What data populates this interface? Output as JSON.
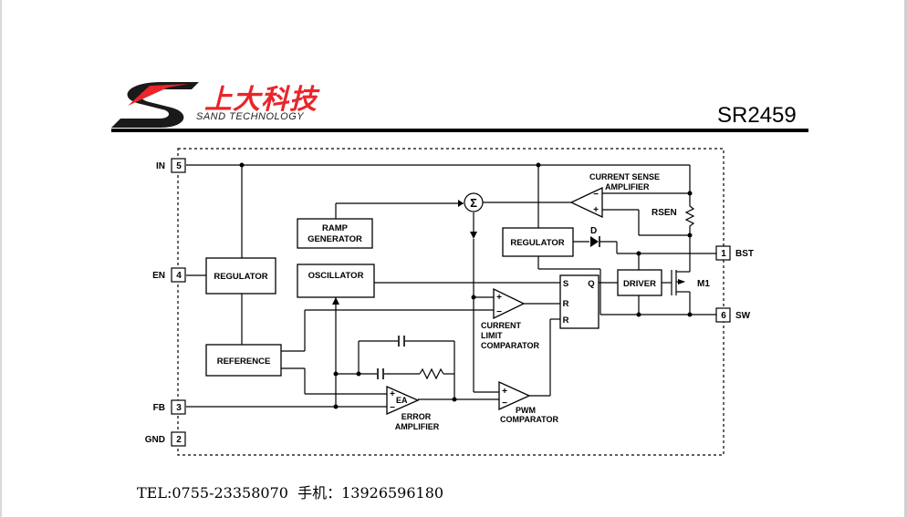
{
  "header": {
    "company_cn": "上大科技",
    "company_en": "SAND TECHNOLOGY",
    "part_number": "SR2459"
  },
  "diagram": {
    "pins": {
      "in": {
        "name": "IN",
        "num": "5"
      },
      "en": {
        "name": "EN",
        "num": "4"
      },
      "fb": {
        "name": "FB",
        "num": "3"
      },
      "gnd": {
        "name": "GND",
        "num": "2"
      },
      "bst": {
        "name": "BST",
        "num": "1"
      },
      "sw": {
        "name": "SW",
        "num": "6"
      }
    },
    "blocks": {
      "regulator_en": "REGULATOR",
      "reference": "REFERENCE",
      "ramp_generator_1": "RAMP",
      "ramp_generator_2": "GENERATOR",
      "oscillator": "OSCILLATOR",
      "regulator_top": "REGULATOR",
      "driver": "DRIVER"
    },
    "latch": {
      "s": "S",
      "r1": "R",
      "r2": "R",
      "q": "Q"
    },
    "labels": {
      "current_sense_1": "CURRENT SENSE",
      "current_sense_2": "AMPLIFIER",
      "rsen": "RSEN",
      "diode": "D",
      "m1": "M1",
      "current_limit_1": "CURRENT",
      "current_limit_2": "LIMIT",
      "current_limit_3": "COMPARATOR",
      "ea": "EA",
      "error_amp_1": "ERROR",
      "error_amp_2": "AMPLIFIER",
      "pwm_1": "PWM",
      "pwm_2": "COMPARATOR",
      "sigma": "Σ",
      "plus": "+",
      "minus": "−"
    }
  },
  "footer": {
    "contact": "TEL:0755-23358070  手机：13926596180"
  }
}
